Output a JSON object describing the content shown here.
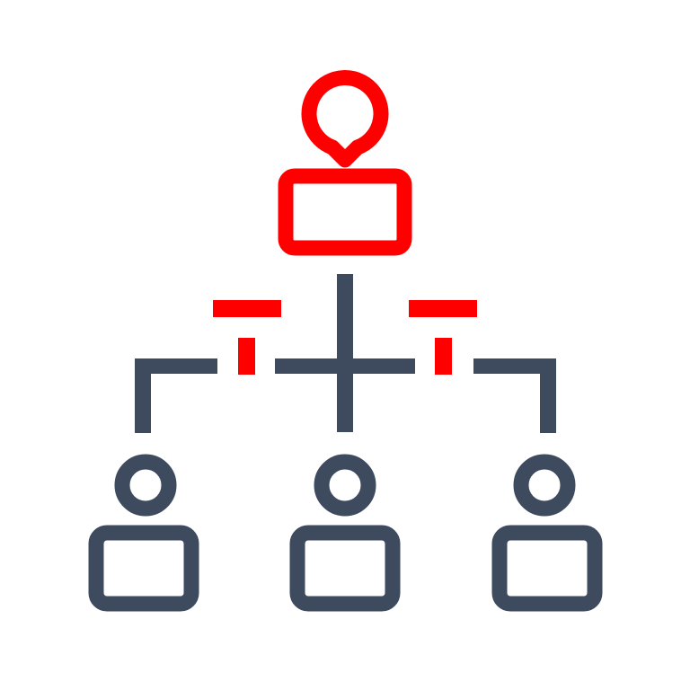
{
  "diagram": {
    "kind": "organizational-hierarchy-icon",
    "colors": {
      "leader": "#ff0000",
      "members": "#3e4b5e",
      "accent_connectors": "#ff0000",
      "background": "#ffffff"
    },
    "nodes": [
      {
        "id": "leader",
        "role": "top-person",
        "color_key": "leader"
      },
      {
        "id": "member-left",
        "role": "subordinate-person",
        "color_key": "members"
      },
      {
        "id": "member-center",
        "role": "subordinate-person",
        "color_key": "members"
      },
      {
        "id": "member-right",
        "role": "subordinate-person",
        "color_key": "members"
      }
    ],
    "edges": [
      {
        "from": "leader",
        "to": "member-left"
      },
      {
        "from": "leader",
        "to": "member-center"
      },
      {
        "from": "leader",
        "to": "member-right"
      }
    ],
    "icons": [
      "person-icon",
      "connector-tree-icon",
      "t-marker-icon"
    ]
  }
}
